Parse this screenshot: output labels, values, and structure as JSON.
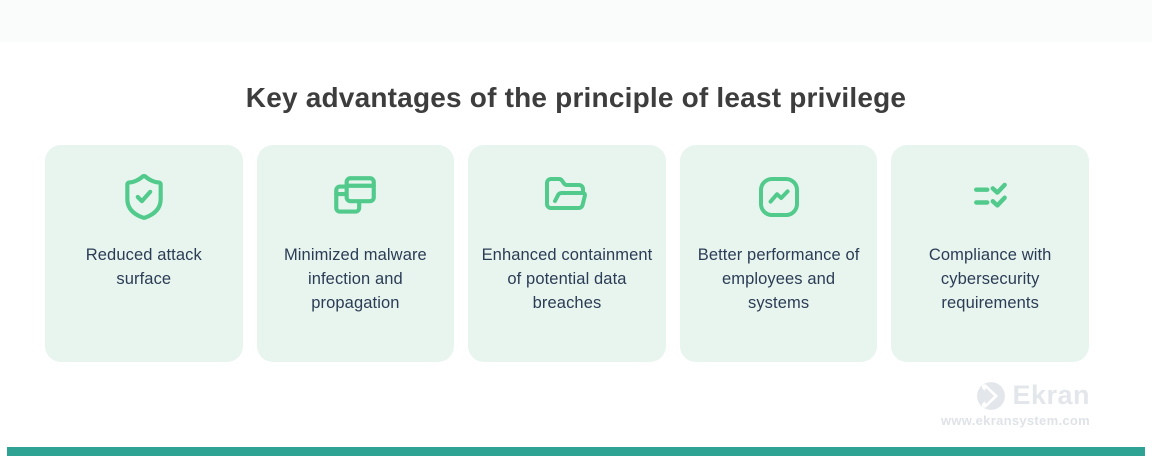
{
  "title": "Key advantages of the principle of least privilege",
  "cards": [
    {
      "icon": "shield-check-icon",
      "label": "Reduced attack surface"
    },
    {
      "icon": "overlapping-windows-icon",
      "label": "Minimized malware infection and propagation"
    },
    {
      "icon": "open-folder-icon",
      "label": "Enhanced containment of potential data breaches"
    },
    {
      "icon": "trending-up-icon",
      "label": "Better performance of employees and systems"
    },
    {
      "icon": "checklist-icon",
      "label": "Compliance with cybersecurity requirements"
    }
  ],
  "watermark": {
    "brand": "Ekran",
    "url": "www.ekransystem.com"
  },
  "colors": {
    "accent_green": "#52ca8c",
    "card_background": "#e8f5ef",
    "card_text": "#2b3c55",
    "title_text": "#3d3d3d",
    "top_band": "#fafbfb",
    "bottom_bar": "#2ea393",
    "watermark_gray": "#e3e7eb"
  }
}
